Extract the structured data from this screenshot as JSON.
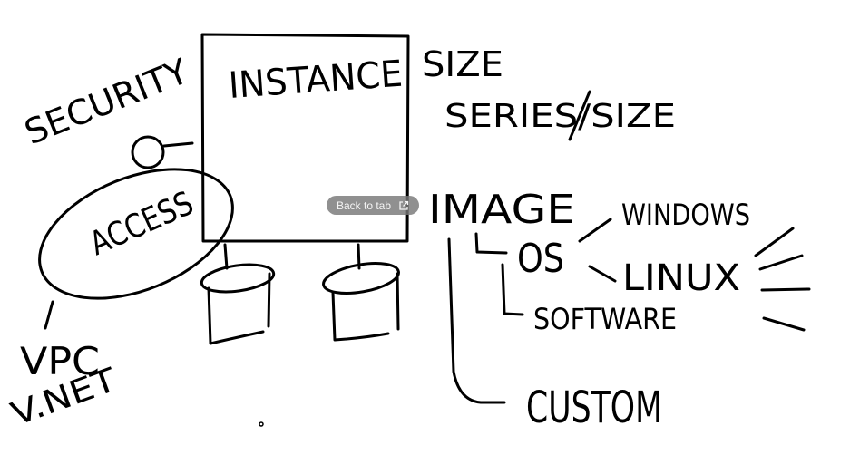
{
  "diagram": {
    "labels": {
      "security": "SECURITY",
      "instance": "INSTANCE",
      "access": "ACCESS",
      "size": "SIZE",
      "series_size": "SERIES/SIZE",
      "image": "IMAGE",
      "os": "OS",
      "windows": "WINDOWS",
      "linux": "LINUX",
      "software": "SOFTWARE",
      "custom": "CUSTOM",
      "vpc": "VPC",
      "vnet": "V.NET"
    }
  },
  "overlay": {
    "back_to_tab": "Back to tab",
    "icon": "external-link-icon"
  },
  "colors": {
    "ink": "#000000",
    "pill_bg": "#7a7a7a",
    "pill_text": "#f4f4f4",
    "background": "#ffffff"
  }
}
